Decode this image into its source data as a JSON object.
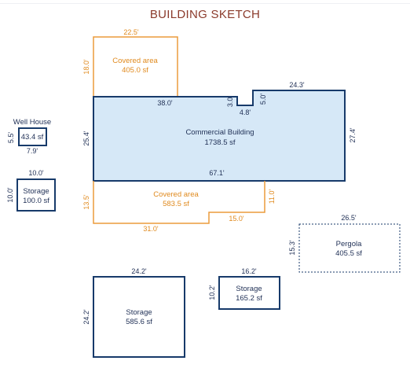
{
  "title": "BUILDING SKETCH",
  "colors": {
    "navy": "#173a6a",
    "orange": "#eb9b3c",
    "fill_blue": "#d6e8f7",
    "title": "#8b3a2b"
  },
  "shapes": {
    "covered_top": {
      "name": "Covered area",
      "area": "405.0 sf",
      "width": "22.5'",
      "height": "18.0'"
    },
    "commercial": {
      "name": "Commercial Building",
      "area": "1738.5 sf",
      "top_left": "38.0'",
      "notch_h": "3.0'",
      "notch_w": "4.8'",
      "notch_h2": "5.0'",
      "top_right": "24.3'",
      "left": "25.4'",
      "right": "27.4'",
      "bottom": "67.1'"
    },
    "covered_bottom": {
      "name": "Covered area",
      "area": "583.5 sf",
      "left": "13.5'",
      "right": "11.0'",
      "bottom_left": "31.0'",
      "bottom_right": "15.0'"
    },
    "well_house": {
      "name": "Well House",
      "area": "43.4 sf",
      "height": "5.5'",
      "width": "7.9'"
    },
    "storage_small": {
      "name": "Storage",
      "area": "100.0 sf",
      "width": "10.0'",
      "height": "10.0'"
    },
    "pergola": {
      "name": "Pergola",
      "area": "405.5 sf",
      "width": "26.5'",
      "height": "15.3'"
    },
    "storage_large": {
      "name": "Storage",
      "area": "585.6 sf",
      "width": "24.2'",
      "height": "24.2'"
    },
    "storage_mid": {
      "name": "Storage",
      "area": "165.2 sf",
      "width": "16.2'",
      "height": "10.2'"
    }
  }
}
